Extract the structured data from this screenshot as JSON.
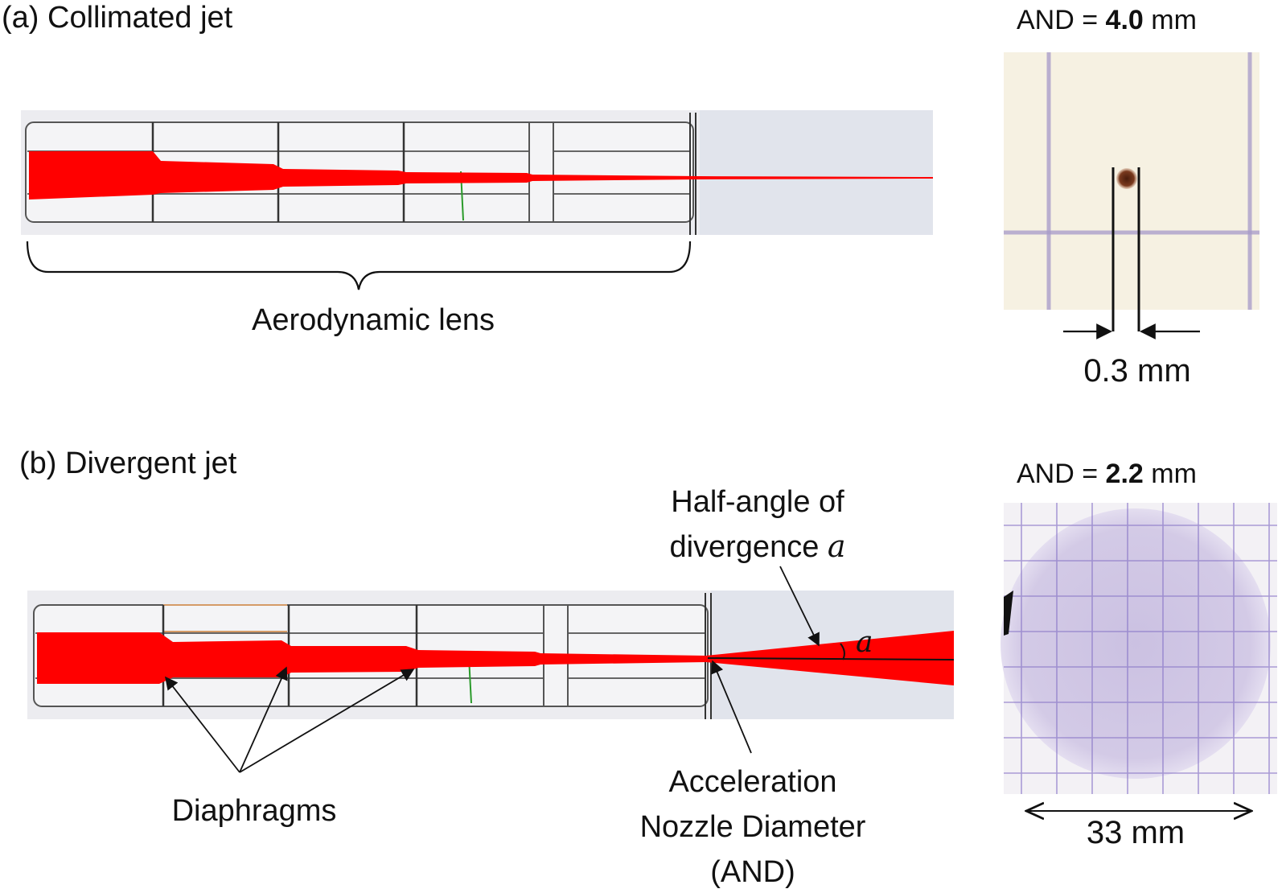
{
  "panel_a": {
    "title": "(a) Collimated jet",
    "and_prefix": "AND = ",
    "and_value": "4.0",
    "and_unit": " mm",
    "lens_label": "Aerodynamic lens",
    "spot_size": "0.3 mm"
  },
  "panel_b": {
    "title": "(b) Divergent jet",
    "and_prefix": "AND = ",
    "and_value": "2.2",
    "and_unit": " mm",
    "divergence_line1": "Half-angle of",
    "divergence_line2": "divergence ",
    "angle_symbol": "a",
    "diaphragms_label": "Diaphragms",
    "nozzle_line1": "Acceleration",
    "nozzle_line2": "Nozzle Diameter",
    "nozzle_line3": "(AND)",
    "spot_size": "33 mm"
  },
  "colors": {
    "beam": "#ff0000",
    "tube_fill": "#ececf0",
    "tube_line": "#3a3a3a",
    "photo_a_bg": "#f6f1e2",
    "photo_b_bg": "#f3f1f5",
    "grid_purple": "#8a78c8",
    "spot_purple": "#cfc6e3",
    "deposit_brown": "#5a2a14"
  }
}
